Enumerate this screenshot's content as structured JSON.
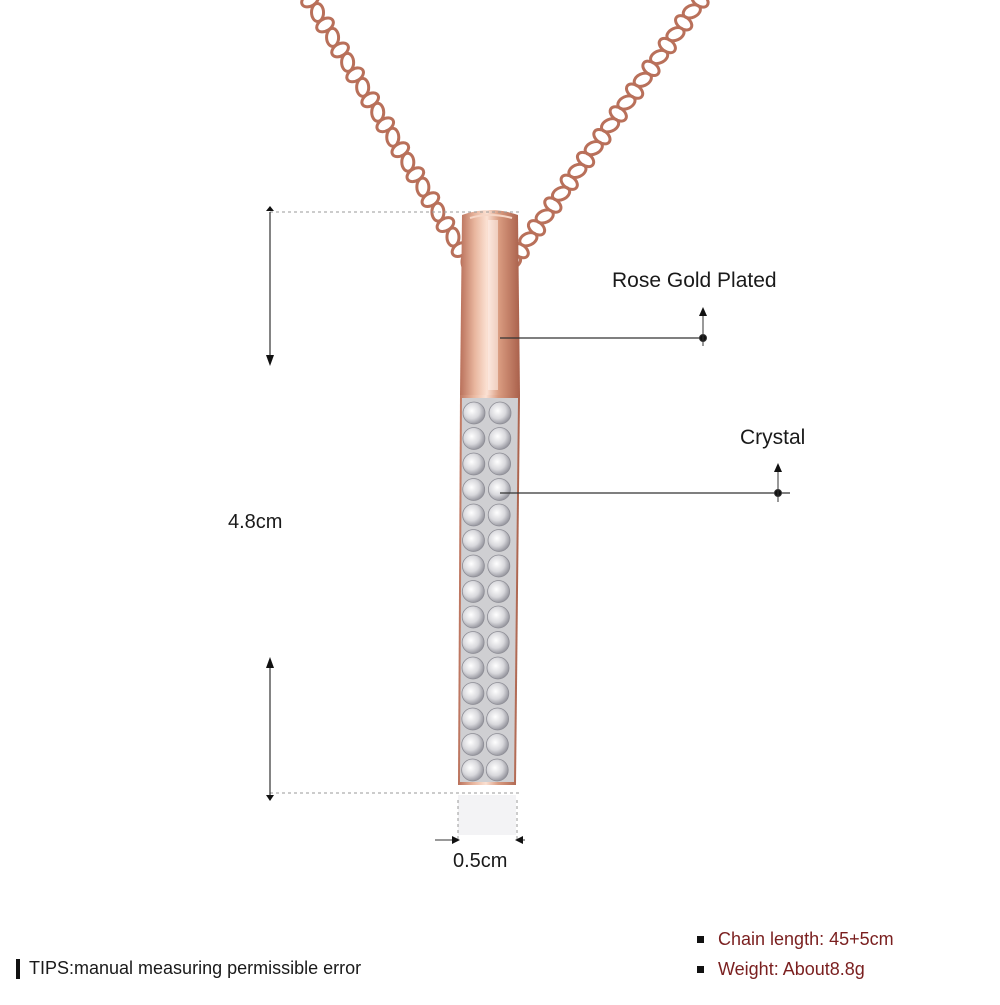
{
  "labels": {
    "material": "Rose Gold Plated",
    "stone": "Crystal",
    "height": "4.8cm",
    "width": "0.5cm"
  },
  "specs": [
    {
      "label": "Chain length: 45+5cm"
    },
    {
      "label": "Weight: About8.8g"
    }
  ],
  "tips": "TIPS:manual measuring permissible error",
  "colors": {
    "rose_gold": "#e0a68c",
    "rose_gold_dark": "#b9705a",
    "spec_text": "#7a1f1f",
    "crystal": "#e6e6e8"
  }
}
